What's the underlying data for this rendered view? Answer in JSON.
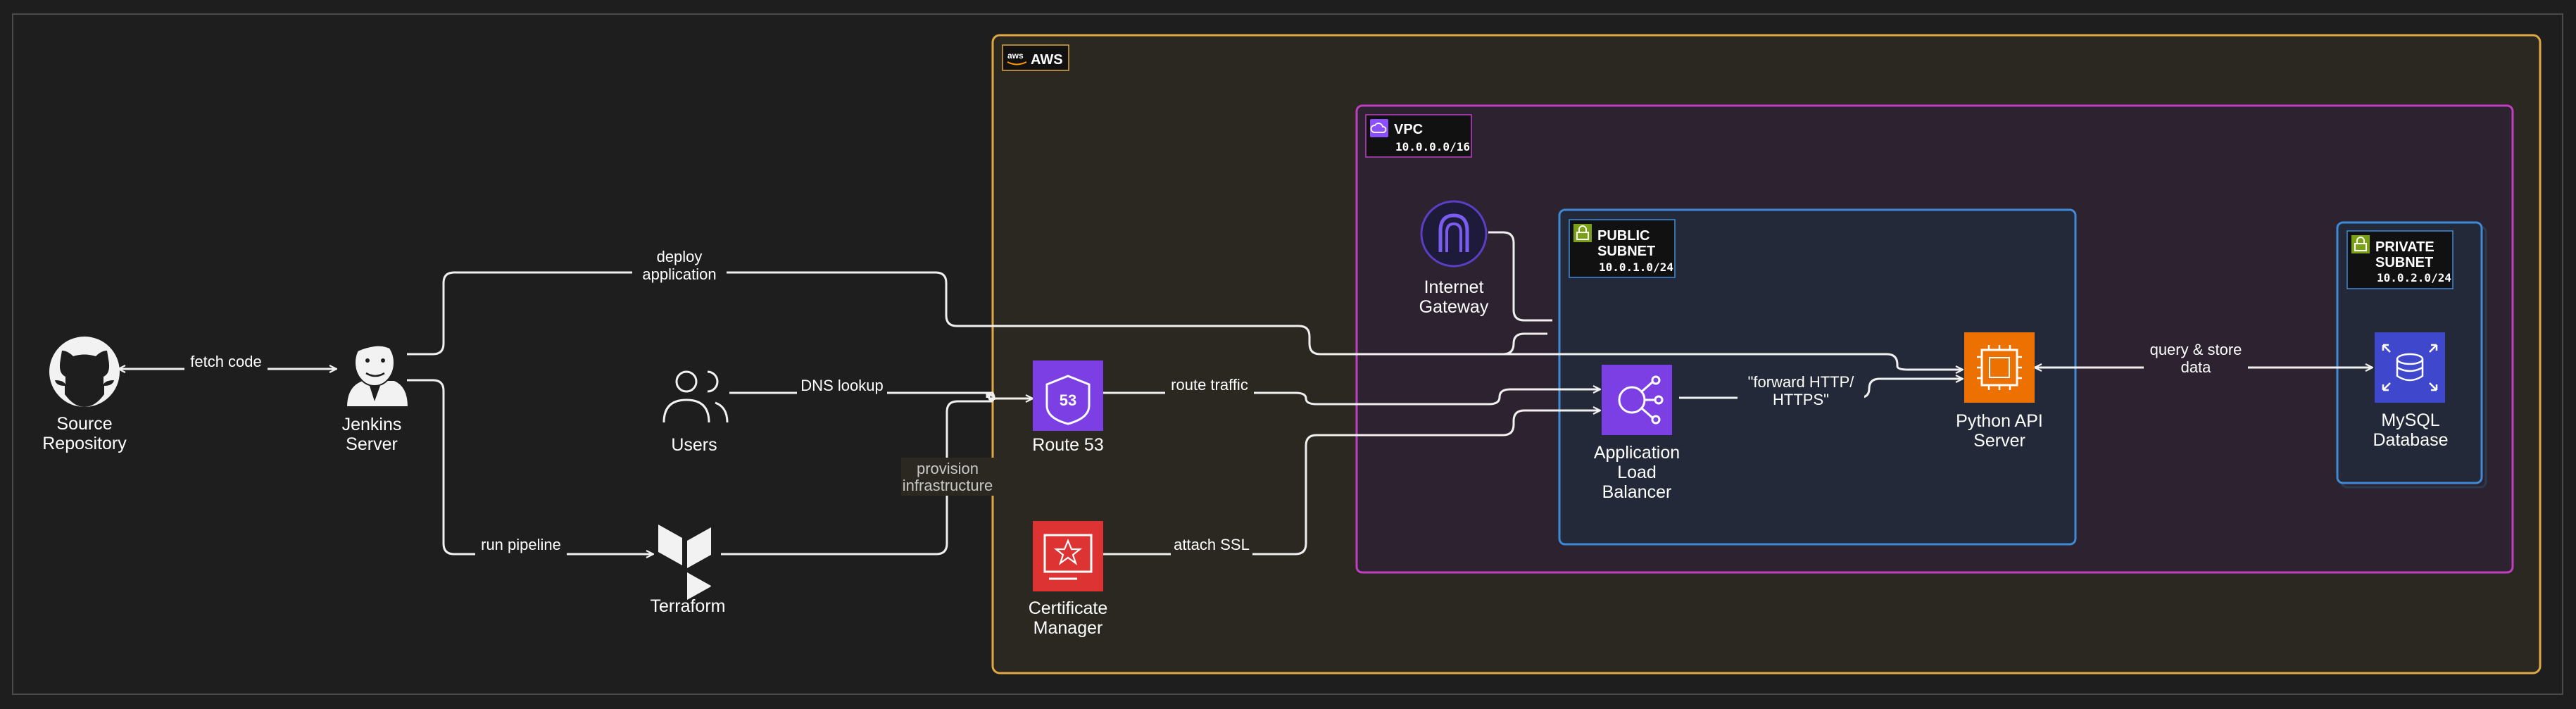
{
  "groups": {
    "aws": "AWS",
    "aws_logo": "aws",
    "vpc": {
      "title": "VPC",
      "cidr": "10.0.0.0/16"
    },
    "public_subnet": {
      "line1": "PUBLIC",
      "line2": "SUBNET",
      "cidr": "10.0.1.0/24"
    },
    "private_subnet": {
      "line1": "PRIVATE",
      "line2": "SUBNET",
      "cidr": "10.0.2.0/24"
    }
  },
  "nodes": {
    "source_repo": [
      "Source",
      "Repository"
    ],
    "jenkins": [
      "Jenkins",
      "Server"
    ],
    "users": [
      "Users"
    ],
    "terraform": [
      "Terraform"
    ],
    "route53": [
      "Route 53"
    ],
    "route53_badge": "53",
    "cert_manager": [
      "Certificate",
      "Manager"
    ],
    "internet_gateway": [
      "Internet",
      "Gateway"
    ],
    "alb": [
      "Application",
      "Load",
      "Balancer"
    ],
    "python_api": [
      "Python API",
      "Server"
    ],
    "mysql": [
      "MySQL",
      "Database"
    ]
  },
  "edges": {
    "fetch_code": "fetch code",
    "deploy": [
      "deploy",
      "application"
    ],
    "dns_lookup": "DNS lookup",
    "run_pipeline": "run pipeline",
    "provision": [
      "provision",
      "infrastructure"
    ],
    "route_traffic": "route traffic",
    "attach_ssl": "attach SSL",
    "forward": [
      "\"forward HTTP/",
      "HTTPS\""
    ],
    "query_store": [
      "query & store",
      "data"
    ]
  },
  "icons": {
    "source_repo": "github-icon",
    "jenkins": "jenkins-icon",
    "users": "users-icon",
    "terraform": "terraform-icon",
    "route53": "route53-icon",
    "cert_manager": "certificate-manager-icon",
    "internet_gateway": "internet-gateway-icon",
    "alb": "load-balancer-icon",
    "python_api": "ec2-instance-icon",
    "mysql": "rds-database-icon"
  },
  "colors": {
    "background": "#1e1e1e",
    "aws_border": "#e0a844",
    "vpc_border": "#c13ec4",
    "subnet_border": "#3f8ad8",
    "route53": "#7b3fe4",
    "cert_manager": "#dd3333",
    "alb": "#7b3fe4",
    "python_api": "#ed7100",
    "mysql": "#3f48cc",
    "subnet_lock": "#7aa116"
  }
}
